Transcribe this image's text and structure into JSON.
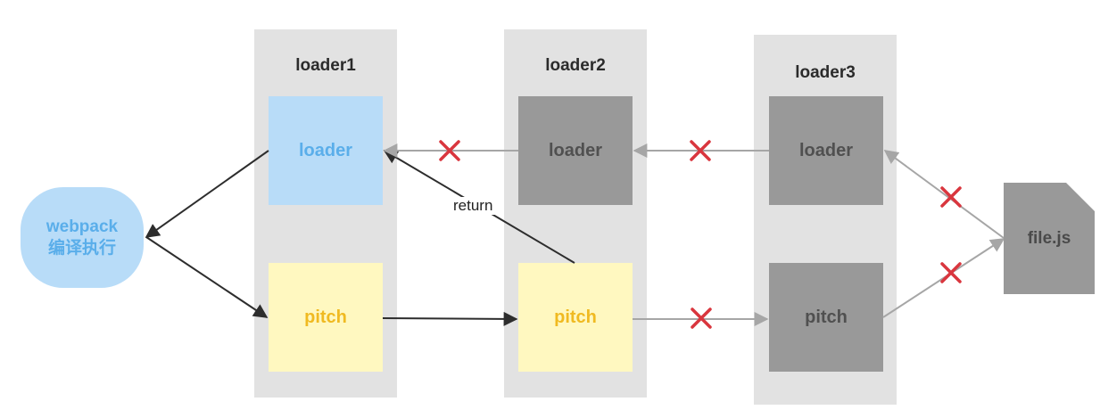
{
  "loaders": [
    {
      "title": "loader1",
      "loader_label": "loader",
      "pitch_label": "pitch"
    },
    {
      "title": "loader2",
      "loader_label": "loader",
      "pitch_label": "pitch"
    },
    {
      "title": "loader3",
      "loader_label": "loader",
      "pitch_label": "pitch"
    }
  ],
  "webpack": {
    "line1": "webpack",
    "line2": "编译执行"
  },
  "file": {
    "label": "file.js"
  },
  "return_label": "return",
  "colors": {
    "column_bg": "#e2e2e2",
    "active_loader": "#b8dcf8",
    "active_pitch": "#fff8c0",
    "skipped": "#999999",
    "cross": "#d9363e"
  }
}
